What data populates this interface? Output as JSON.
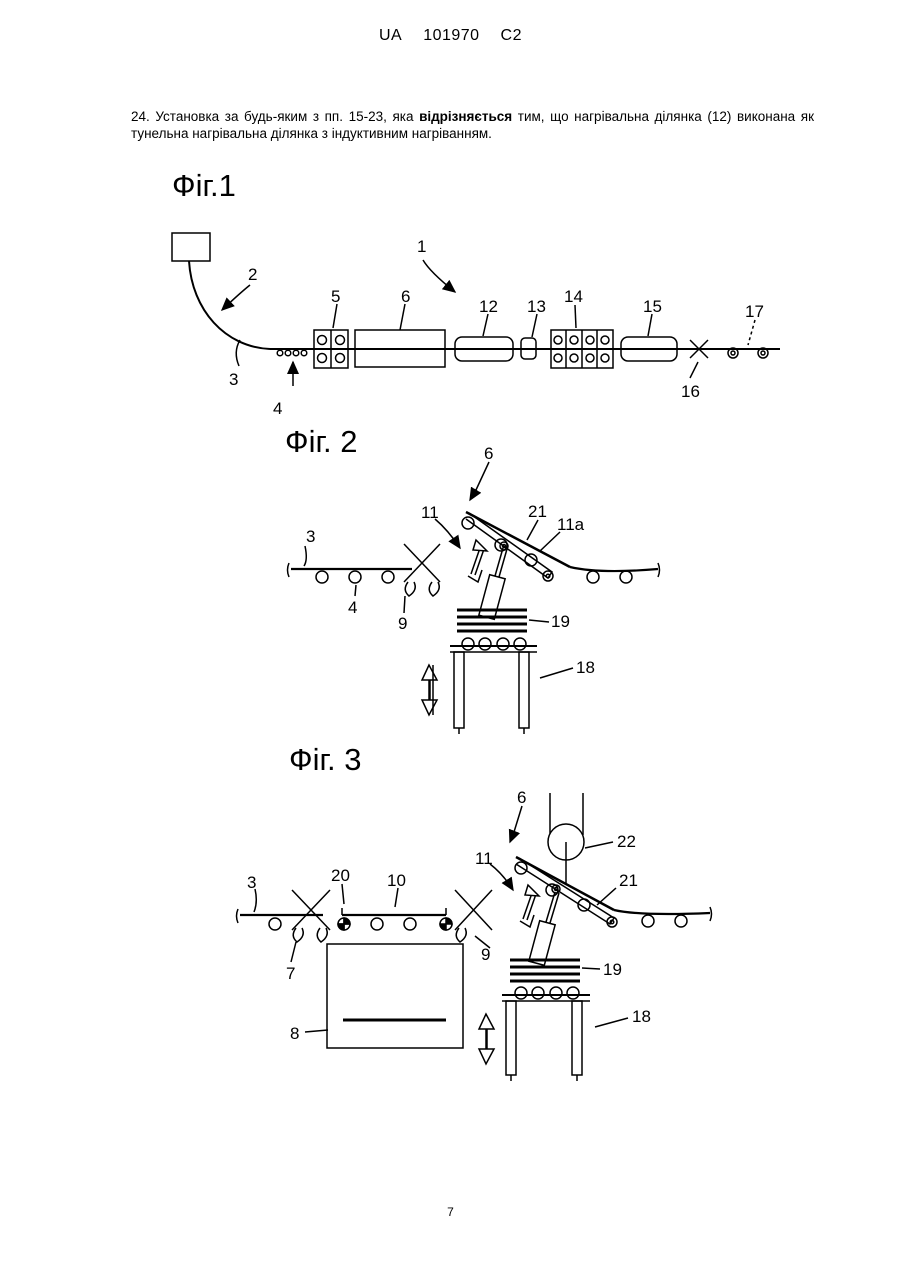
{
  "header": {
    "country": "UA",
    "number": "101970",
    "kind": "C2"
  },
  "claim": {
    "prefix": "24. Установка за будь-яким з пп. 15-23, яка ",
    "emphasis": "відрізняється",
    "suffix": " тим, що нагрівальна ділянка (12) виконана як тунельна нагрівальна ділянка з індуктивним нагріванням."
  },
  "figures": {
    "fig1": {
      "title": "Фіг.1",
      "labels": [
        "1",
        "2",
        "3",
        "4",
        "5",
        "6",
        "12",
        "13",
        "14",
        "15",
        "16",
        "17"
      ]
    },
    "fig2": {
      "title": "Фіг. 2",
      "labels": [
        "6",
        "11",
        "21",
        "11a",
        "3",
        "4",
        "9",
        "19",
        "18"
      ]
    },
    "fig3": {
      "title": "Фіг. 3",
      "labels": [
        "6",
        "22",
        "11",
        "21",
        "3",
        "20",
        "10",
        "7",
        "9",
        "19",
        "8",
        "18"
      ]
    }
  },
  "page_number": "7"
}
